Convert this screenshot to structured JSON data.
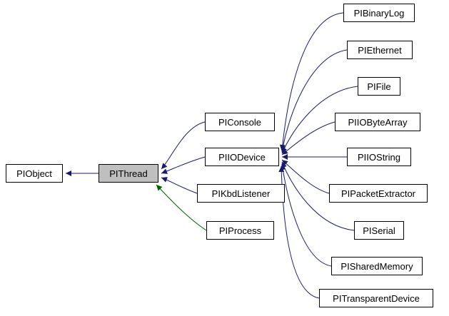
{
  "diagram": {
    "type": "class-inheritance-graph",
    "highlighted_node": "PIThread",
    "nodes": [
      {
        "id": "piobject",
        "label": "PIObject"
      },
      {
        "id": "pithread",
        "label": "PIThread",
        "highlighted": true
      },
      {
        "id": "piconsole",
        "label": "PIConsole"
      },
      {
        "id": "piiodevice",
        "label": "PIIODevice"
      },
      {
        "id": "pikbdlistener",
        "label": "PIKbdListener"
      },
      {
        "id": "piprocess",
        "label": "PIProcess"
      },
      {
        "id": "pibinarylog",
        "label": "PIBinaryLog"
      },
      {
        "id": "piethernet",
        "label": "PIEthernet"
      },
      {
        "id": "pifile",
        "label": "PIFile"
      },
      {
        "id": "piiobytearray",
        "label": "PIIOByteArray"
      },
      {
        "id": "piiostring",
        "label": "PIIOString"
      },
      {
        "id": "pipacketextractor",
        "label": "PIPacketExtractor"
      },
      {
        "id": "piserial",
        "label": "PISerial"
      },
      {
        "id": "pisharedmemory",
        "label": "PISharedMemory"
      },
      {
        "id": "pitransparentdevice",
        "label": "PITransparentDevice"
      }
    ],
    "edges": [
      {
        "from": "PIThread",
        "to": "PIObject",
        "color": "#191970"
      },
      {
        "from": "PIConsole",
        "to": "PIThread",
        "color": "#191970"
      },
      {
        "from": "PIIODevice",
        "to": "PIThread",
        "color": "#191970"
      },
      {
        "from": "PIKbdListener",
        "to": "PIThread",
        "color": "#191970"
      },
      {
        "from": "PIProcess",
        "to": "PIThread",
        "color": "#006400"
      },
      {
        "from": "PIBinaryLog",
        "to": "PIIODevice",
        "color": "#191970"
      },
      {
        "from": "PIEthernet",
        "to": "PIIODevice",
        "color": "#191970"
      },
      {
        "from": "PIFile",
        "to": "PIIODevice",
        "color": "#191970"
      },
      {
        "from": "PIIOByteArray",
        "to": "PIIODevice",
        "color": "#191970"
      },
      {
        "from": "PIIOString",
        "to": "PIIODevice",
        "color": "#191970"
      },
      {
        "from": "PIPacketExtractor",
        "to": "PIIODevice",
        "color": "#191970"
      },
      {
        "from": "PISerial",
        "to": "PIIODevice",
        "color": "#191970"
      },
      {
        "from": "PISharedMemory",
        "to": "PIIODevice",
        "color": "#191970"
      },
      {
        "from": "PITransparentDevice",
        "to": "PIIODevice",
        "color": "#191970"
      }
    ]
  },
  "colors": {
    "edge_inherit": "#191970",
    "edge_process": "#006400",
    "highlight_fill": "#bfbfbf",
    "node_border": "#000000",
    "background": "#ffffff"
  }
}
